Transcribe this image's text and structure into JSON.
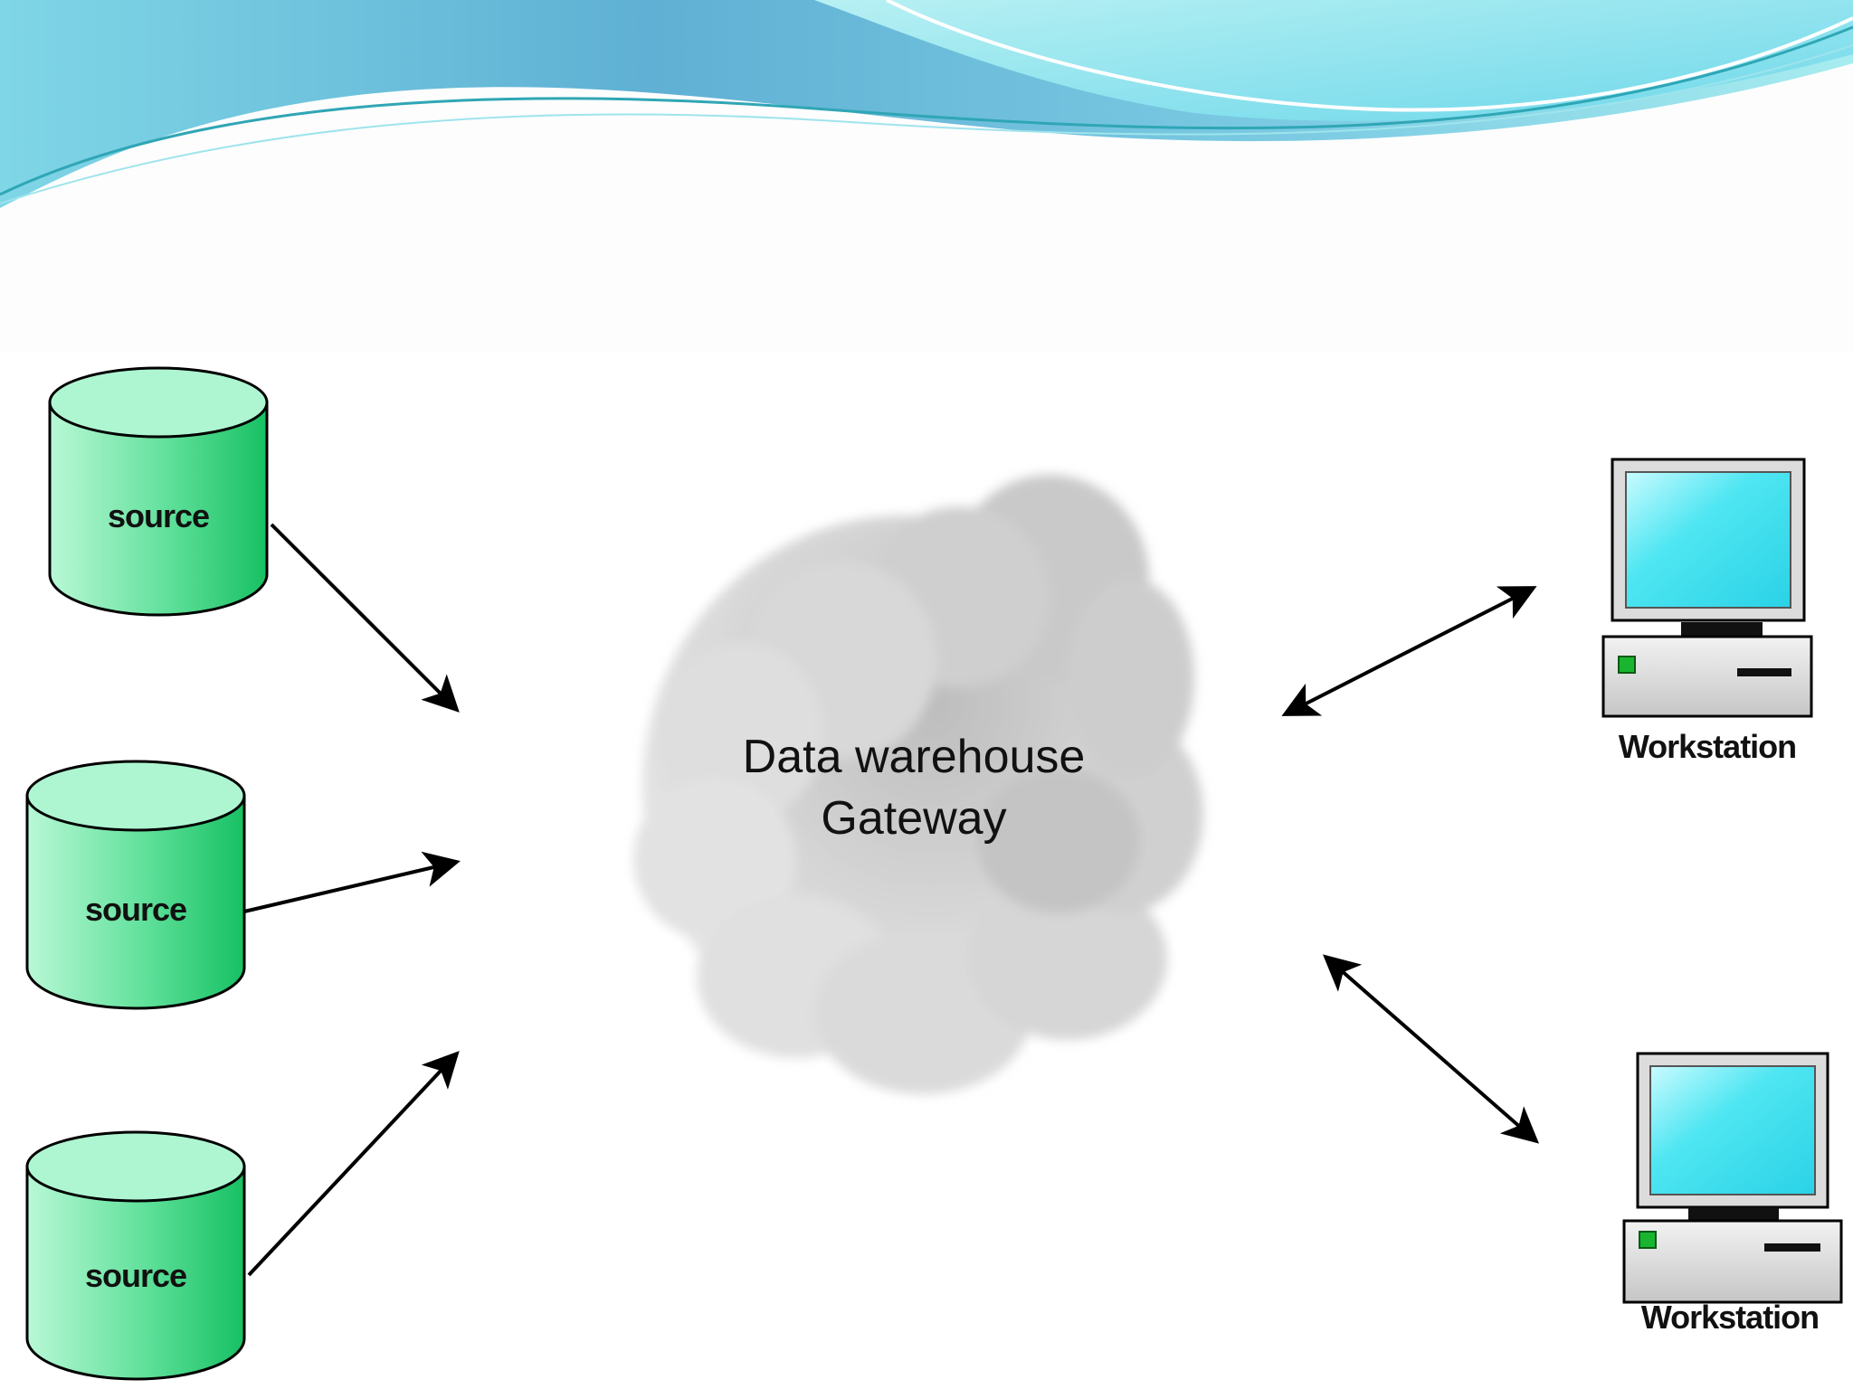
{
  "diagram": {
    "center_line1": "Data warehouse",
    "center_line2": "Gateway",
    "sources": [
      {
        "label": "source"
      },
      {
        "label": "source"
      },
      {
        "label": "source"
      }
    ],
    "workstations": [
      {
        "label": "Workstation"
      },
      {
        "label": "Workstation"
      }
    ]
  },
  "colors": {
    "banner_dark": "#6fb4d6",
    "banner_light": "#7fe3ee",
    "cylinder_green": "#33cc7a",
    "cylinder_top": "#a8f5cc",
    "monitor_screen": "#3fe2ef",
    "cloud": "#d6d6d6"
  }
}
